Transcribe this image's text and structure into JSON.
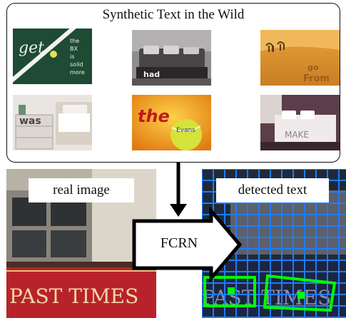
{
  "top_panel": {
    "title": "Synthetic Text in the Wild",
    "samples": [
      {
        "words": [
          "get",
          "the",
          "BX",
          "is",
          "solid",
          "more"
        ]
      },
      {
        "words": [
          "had"
        ]
      },
      {
        "words": [
          "go",
          "From"
        ]
      },
      {
        "words": [
          "was"
        ]
      },
      {
        "words": [
          "the",
          "Evans"
        ]
      },
      {
        "words": [
          "MAKE"
        ]
      }
    ]
  },
  "bottom": {
    "real_label": "real image",
    "detected_label": "detected text",
    "model_label": "FCRN",
    "sign_text": "PAST TIMES"
  },
  "colors": {
    "grid": "#1f7bff",
    "detection_box": "#00ff00",
    "sign_red": "#b8232b"
  }
}
